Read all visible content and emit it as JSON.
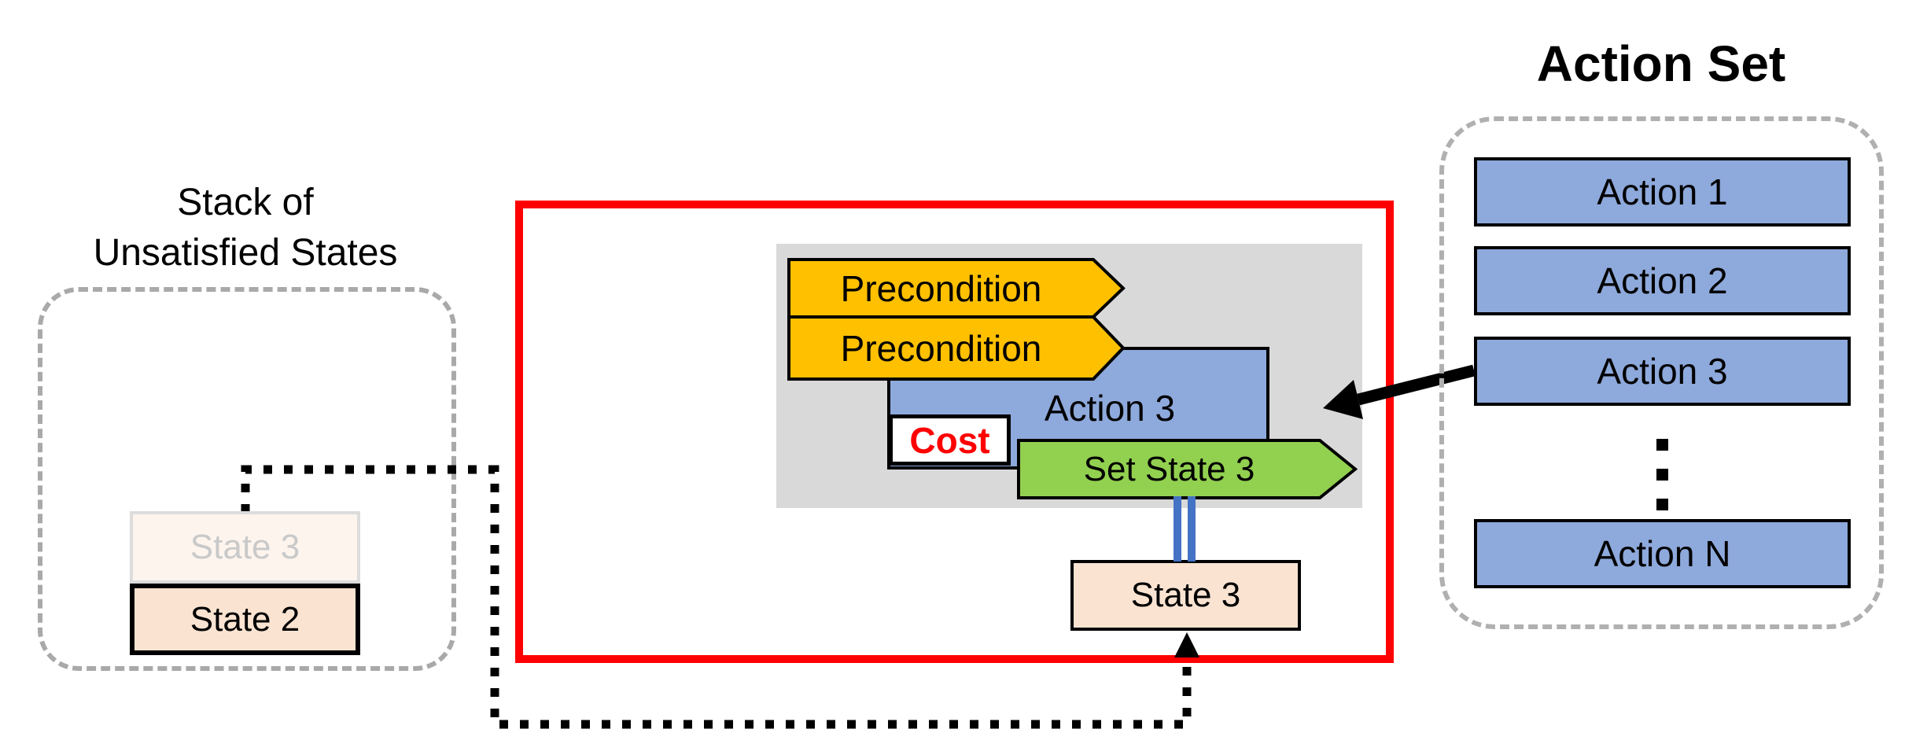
{
  "left_panel": {
    "label_line1": "Stack of",
    "label_line2": "Unsatisfied States",
    "states": [
      {
        "label": "State 3",
        "faded": true
      },
      {
        "label": "State 2",
        "faded": false
      }
    ]
  },
  "planner": {
    "preconditions": [
      "Precondition",
      "Precondition"
    ],
    "action_label": "Action 3",
    "cost_label": "Cost",
    "effect_label": "Set State 3",
    "result_state_label": "State 3"
  },
  "action_set": {
    "title": "Action Set",
    "items": [
      "Action 1",
      "Action 2",
      "Action 3"
    ],
    "last_item": "Action N"
  },
  "icons": {
    "ellipsis": "vertical-ellipsis-dots",
    "selection_arrow": "thick-left-arrow",
    "feedback_arrow": "dotted-up-arrow",
    "effect_connector": "double-vertical-line"
  },
  "colors": {
    "red_frame": "#ff0000",
    "orange_arrow": "#ffc000",
    "green_arrow": "#92d050",
    "blue_box": "#8ea9db",
    "peach_state": "#fae3d1",
    "faded_state_bg": "#fdf4ee",
    "faded_state_border": "#dcdcdc",
    "faded_state_text": "#c9c9c9",
    "panel_gray": "#d9d9d9",
    "dashed_gray": "#a9a9a9",
    "connector_blue": "#4472c4",
    "cost_text": "#ff0000",
    "black": "#000000"
  }
}
